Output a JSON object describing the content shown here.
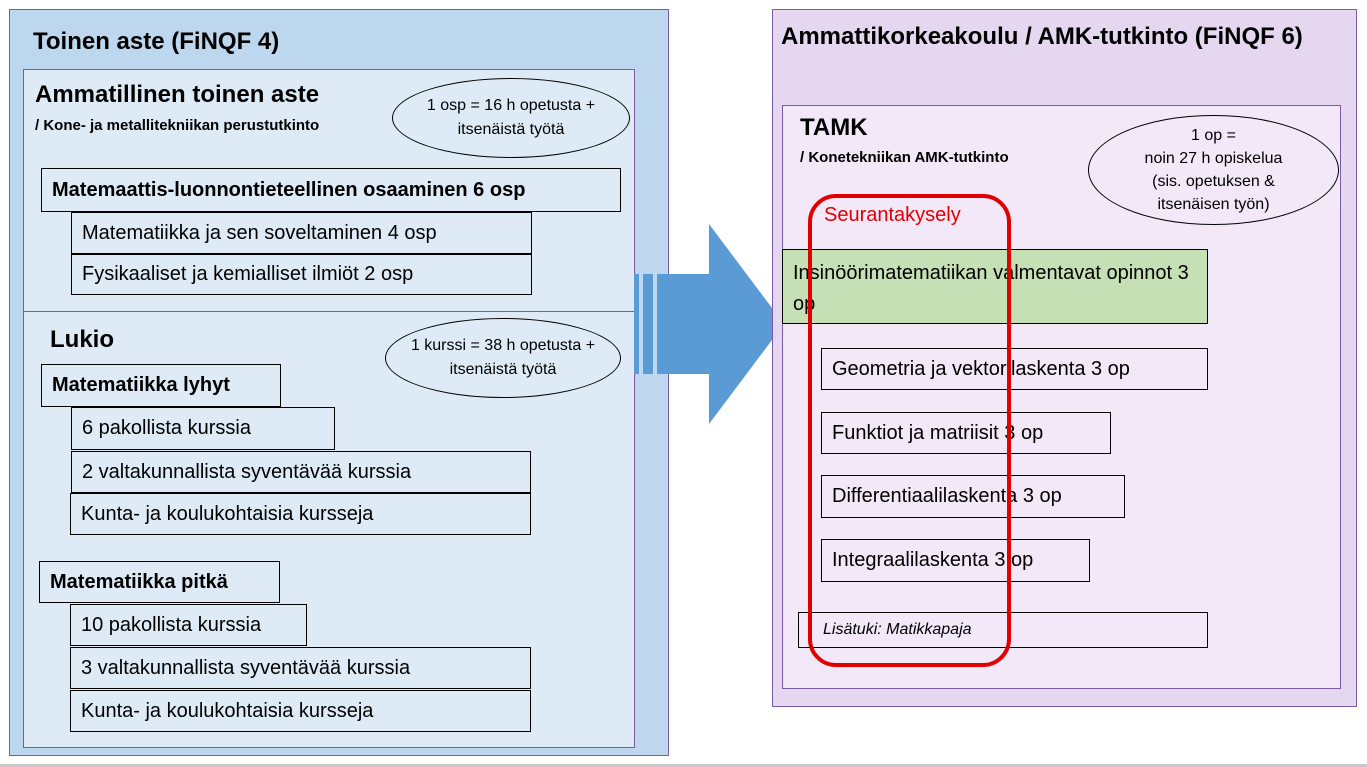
{
  "left": {
    "title": "Toinen aste (FiNQF 4)",
    "vocational": {
      "title": "Ammatillinen toinen aste",
      "subtitle": "/ Kone- ja metallitekniikan perustutkinto",
      "note_line1": "1  osp = 16 h opetusta +",
      "note_line2": "itsenäistä työtä",
      "group_header": "Matemaattis-luonnontieteellinen osaaminen 6 osp",
      "items": [
        "Matematiikka ja sen soveltaminen 4 osp",
        "Fysikaaliset ja kemialliset ilmiöt 2 osp"
      ]
    },
    "lukio": {
      "title": "Lukio",
      "note_line1": "1 kurssi = 38 h opetusta +",
      "note_line2": "itsenäistä työtä",
      "short": {
        "header": "Matematiikka lyhyt",
        "items": [
          "6 pakollista kurssia",
          "2 valtakunnallista syventävää kurssia",
          "Kunta- ja koulukohtaisia kursseja"
        ]
      },
      "long": {
        "header": "Matematiikka pitkä",
        "items": [
          "10 pakollista kurssia",
          "3 valtakunnallista syventävää kurssia",
          "Kunta- ja koulukohtaisia kursseja"
        ]
      }
    }
  },
  "arrow": {
    "icon": "block-arrow-right-icon",
    "color": "#5b9bd5"
  },
  "right": {
    "title": "Ammattikorkeakoulu / AMK-tutkinto (FiNQF 6)",
    "tamk": {
      "title": "TAMK",
      "subtitle": "/ Konetekniikan AMK-tutkinto",
      "note_lines": [
        "1 op =",
        "noin 27 h opiskelua",
        "(sis. opetuksen &",
        "itsenäisen työn)"
      ],
      "survey_label": "Seurantakysely",
      "prep_course": "Insinöörimatematiikan valmentavat opinnot 3 op",
      "courses": [
        "Geometria ja vektorilaskenta 3 op",
        "Funktiot ja matriisit 3 op",
        "Differentiaalilaskenta 3 op",
        "Integraalilaskenta 3 op"
      ],
      "extra_support": "Lisätuki: Matikkapaja"
    }
  },
  "colors": {
    "left_outer": "#bdd7ee",
    "left_inner": "#deebf7",
    "right_outer": "#e6d7f1",
    "right_inner": "#f2e8f8",
    "prep_course": "#c5e0b4",
    "survey_highlight": "#e00000",
    "arrow": "#5b9bd5"
  }
}
